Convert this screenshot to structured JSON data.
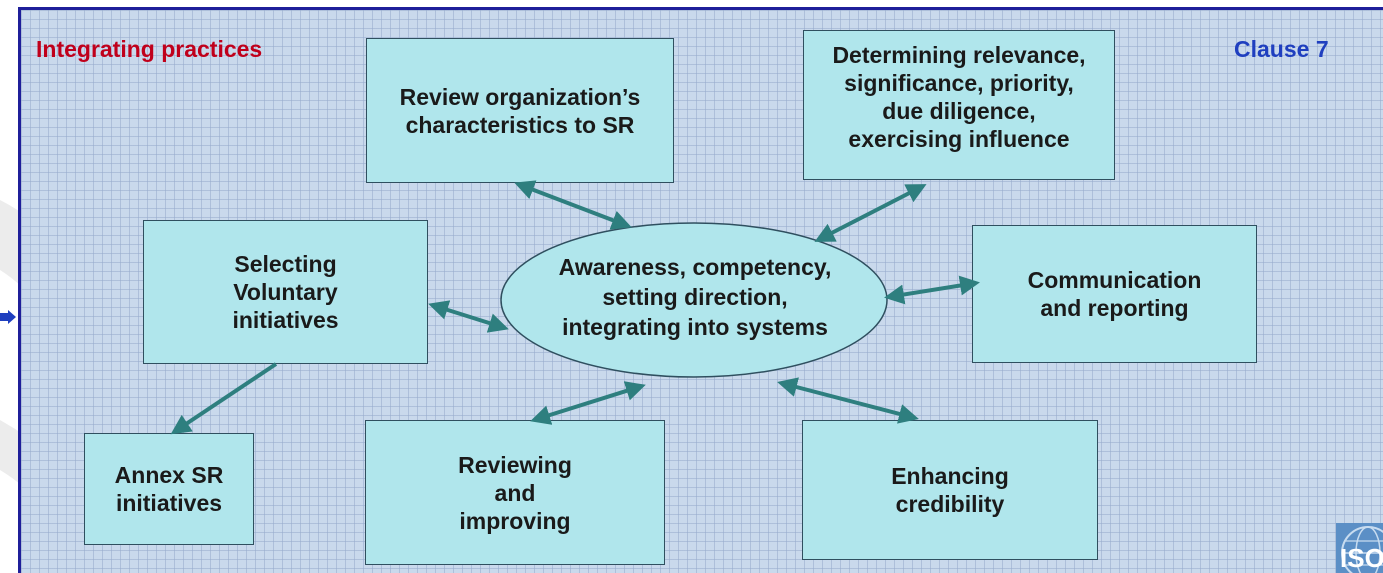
{
  "header": {
    "left_title": "Integrating practices",
    "right_title": "Clause 7",
    "left_title_color": "#c0001b",
    "right_title_color": "#1f3fbf"
  },
  "center": {
    "text": "Awareness, competency,\nsetting direction,\nintegrating into systems"
  },
  "boxes": {
    "review_org": "Review organization’s\ncharacteristics to SR",
    "determining": "Determining relevance,\nsignificance, priority,\ndue diligence,\nexercising influence",
    "selecting": "Selecting\nVoluntary\ninitiatives",
    "communication": "Communication\nand reporting",
    "annex": "Annex SR\ninitiatives",
    "reviewing": "Reviewing\nand\nimproving",
    "enhancing": "Enhancing\ncredibility"
  },
  "colors": {
    "box_fill": "#b0e6ec",
    "arrow": "#2e7f7f",
    "panel_border": "#1f1f9a",
    "panel_fill": "#c9d9ec"
  },
  "logo": {
    "text": "ISO"
  }
}
